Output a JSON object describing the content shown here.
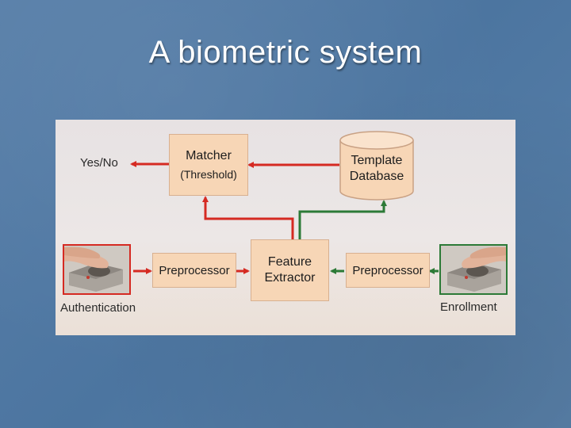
{
  "slide": {
    "title": "A biometric system"
  },
  "diagram": {
    "output_label": "Yes/No",
    "matcher": {
      "title": "Matcher",
      "subtitle": "(Threshold)"
    },
    "database": {
      "line1": "Template",
      "line2": "Database"
    },
    "feature_extractor": {
      "line1": "Feature",
      "line2": "Extractor"
    },
    "preprocessor_left": "Preprocessor",
    "preprocessor_right": "Preprocessor",
    "authentication_label": "Authentication",
    "enrollment_label": "Enrollment",
    "colors": {
      "authentication_path": "#d52a22",
      "enrollment_path": "#2c7a37",
      "box_fill": "#f7d6b6"
    },
    "icons": [
      "fingerprint-scanner-icon",
      "fingerprint-scanner-icon"
    ]
  }
}
